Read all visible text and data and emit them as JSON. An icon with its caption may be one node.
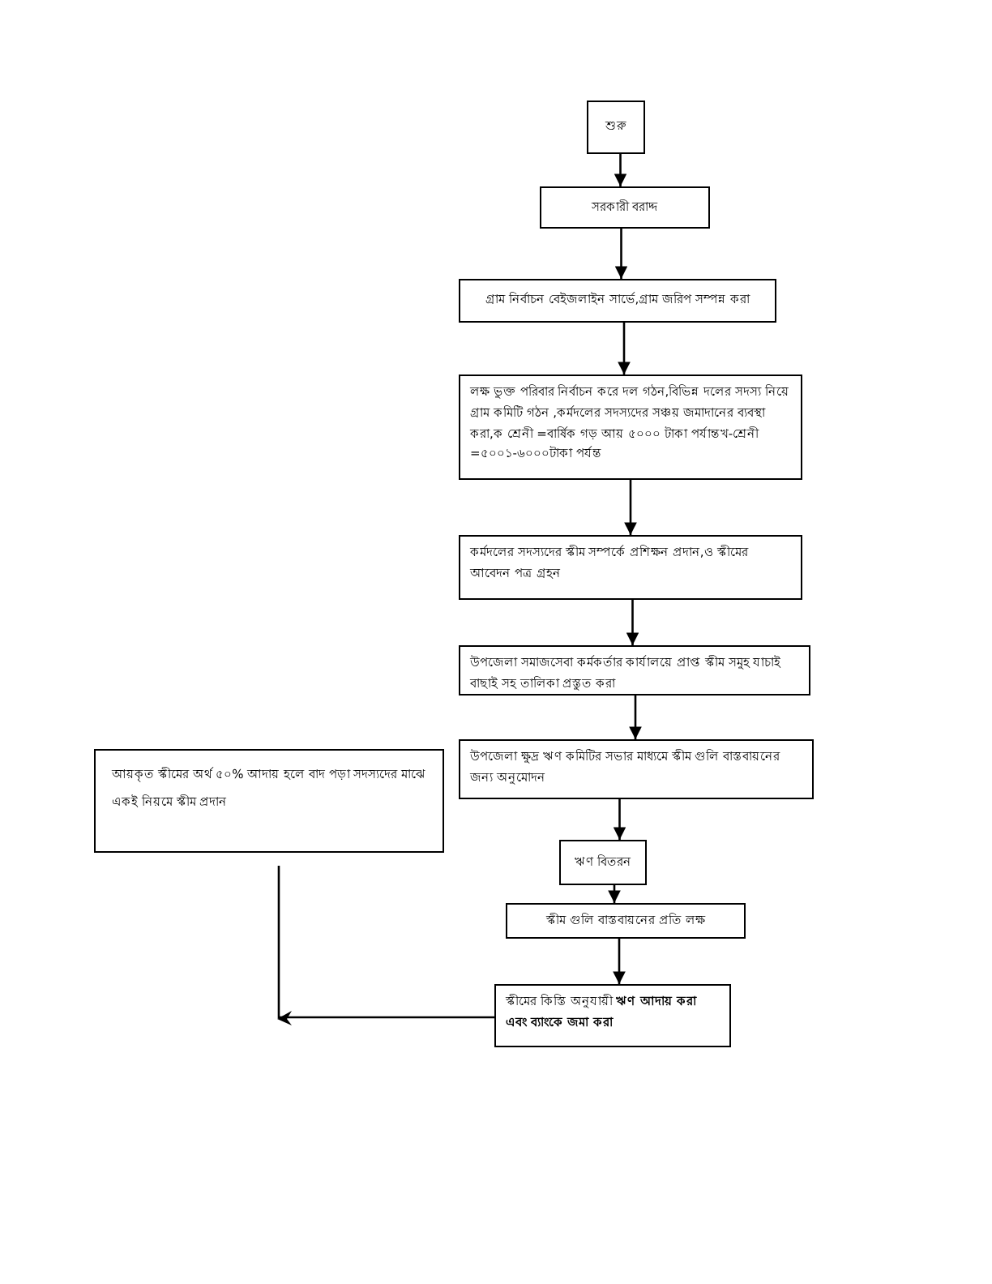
{
  "diagram": {
    "nodes": [
      {
        "text": [
          "শুরু"
        ]
      },
      {
        "text": [
          "সরকারী বরাদ্দ"
        ]
      },
      {
        "text": [
          "গ্রাম নির্বাচন বেইজলাইন সার্ভে,গ্রাম জরিপ সম্পন্ন করা"
        ]
      },
      {
        "text": [
          "লক্ষ ভুক্ত পরিবার নির্বাচন করে দল গঠন,বিভিন্ন দলের সদস্য নিয়ে গ্রাম কমিটি গঠন ,কর্মদলের সদস্যদের সঞ্চয় জমাদানের ব্যবস্থা করা,ক শ্রেনী =বার্ষিক গড় আয় ৫০০০ টাকা পর্যান্তখ-শ্রেনী =৫০০১-৬০০০টাকা পর্যন্ত"
        ]
      },
      {
        "text": [
          "কর্মদলের সদস্যদের স্কীম সম্পর্কে প্রশিক্ষন প্রদান,ও স্কীমের আবেদন পত্র গ্রহন"
        ]
      },
      {
        "text": [
          "উপজেলা সমাজসেবা কর্মকর্তার কার্যালয়ে প্রাপ্ত স্কীম সমুহ যাচাই বাছাই সহ তালিকা প্রস্তুত করা"
        ]
      },
      {
        "text": [
          "উপজেলা ক্ষুদ্র ঋণ কমিটির সভার মাধ্যমে স্কীম গুলি বাস্তবায়নের জন্য অনুমোদন"
        ]
      },
      {
        "text": [
          "ঋণ বিতরন"
        ]
      },
      {
        "text": [
          "স্কীম গুলি বাস্তবায়নের প্রতি লক্ষ"
        ]
      },
      {
        "text": [
          "স্কীমের কিস্তি অনুযায়ী **ঋণ আদায় করা এবং ব্যাংকে জমা করা**"
        ]
      },
      {
        "text": [
          "আয়কৃত স্কীমের অর্থ ৫০% আদায় হলে বাদ পড়া সদস্যদের মাঝে একই নিয়মে স্কীম প্রদান"
        ]
      }
    ],
    "edges": [
      {
        "from": 0,
        "to": 1,
        "arrow": "to"
      },
      {
        "from": 1,
        "to": 2,
        "arrow": "to"
      },
      {
        "from": 2,
        "to": 3,
        "arrow": "to"
      },
      {
        "from": 3,
        "to": 4,
        "arrow": "to"
      },
      {
        "from": 4,
        "to": 5,
        "arrow": "to"
      },
      {
        "from": 5,
        "to": 6,
        "arrow": "to"
      },
      {
        "from": 6,
        "to": 7,
        "arrow": "to"
      },
      {
        "from": 7,
        "to": 8,
        "arrow": "to"
      },
      {
        "from": 8,
        "to": 9,
        "arrow": "to"
      },
      {
        "from": 9,
        "to": 10,
        "arrow": "to"
      }
    ]
  }
}
